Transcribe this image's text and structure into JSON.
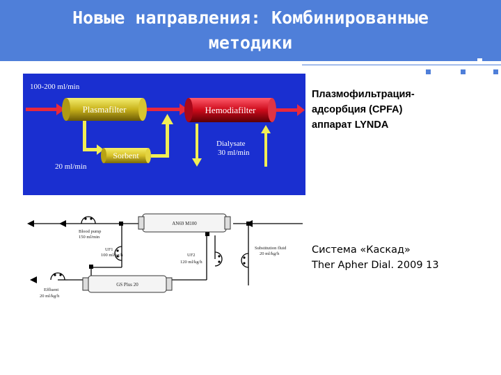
{
  "title": {
    "line1": "Новые направления: Комбинированные",
    "line2": "методики"
  },
  "colors": {
    "header": "#4f7fd9",
    "diagram_bg": "#1a2fd0",
    "filter_yellow": "#c8b21a",
    "filter_red": "#cc0a1a",
    "arrow_yellow": "#f2ee55",
    "arrow_red": "#e8283c"
  },
  "cpfa_diagram": {
    "flow_in": "100-200 ml/min",
    "plasmafilter": "Plasmafilter",
    "hemodiafilter": "Hemodiafilter",
    "sorbent": "Sorbent",
    "dialysate_label": "Dialysate",
    "dialysate_rate": "30 ml/min",
    "flow_sorbent": "20 ml/min"
  },
  "cascade_diagram": {
    "filter_top": "AN69 M100",
    "filter_bottom": "GS Plus 20",
    "blood_pump_label": "Blood pump",
    "blood_pump_rate": "150 ml/min",
    "uf1_label": "UF1",
    "uf1_rate": "100 ml/kg/h",
    "uf2_label": "UF2",
    "uf2_rate": "120 ml/kg/h",
    "subst_label": "Substitution fluid",
    "subst_rate": "20 ml/kg/h",
    "effluent_label": "Effluent",
    "effluent_rate": "20 ml/kg/h"
  },
  "notes": {
    "cpfa_line1": "Плазмофильтрация-",
    "cpfa_line2": "адсорбция (CPFA)",
    "cpfa_line3": "аппарат LYNDA",
    "cascade_line1": "Система «Каскад»",
    "cascade_line2": "Ther Apher Dial. 2009 13"
  }
}
